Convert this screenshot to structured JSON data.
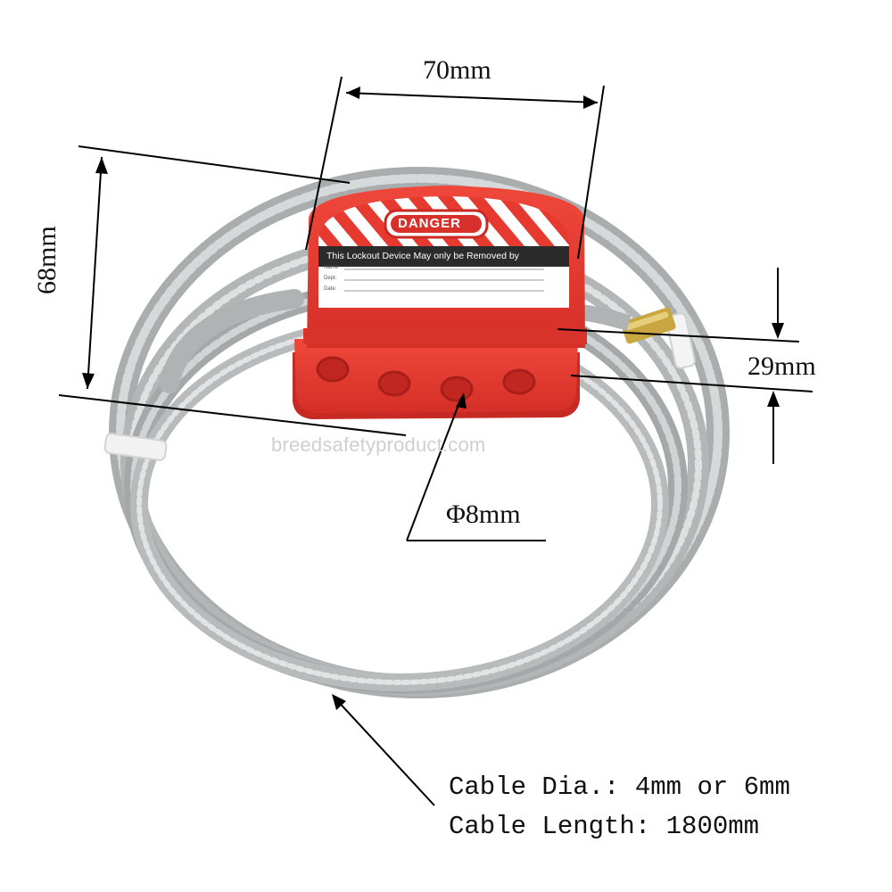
{
  "dimensions": {
    "width": "70mm",
    "height": "68mm",
    "thickness": "29mm",
    "hole": "Φ8mm"
  },
  "specs": {
    "cable_dia": "Cable Dia.: 4mm or 6mm",
    "cable_length": "Cable Length: 1800mm"
  },
  "label": {
    "warning": "DANGER",
    "notice": "This Lockout Device May only be Removed by",
    "fields": [
      "Name:",
      "Dept:",
      "Date:"
    ]
  },
  "watermark": "breedsafetyproduct.com",
  "colors": {
    "body_red": "#e8392f",
    "cable_grey": "#b9bcbc",
    "label_dark": "#2b2b2b",
    "brass": "#c9a640"
  }
}
